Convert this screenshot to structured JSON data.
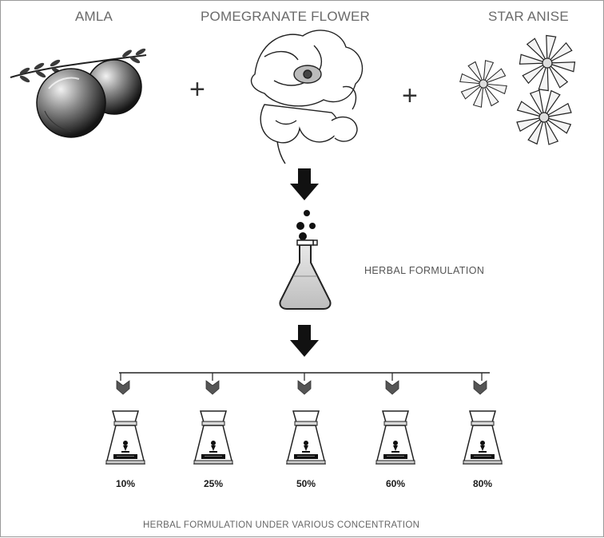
{
  "ingredients": [
    {
      "label": "AMLA",
      "icon": "amla-fruit-icon"
    },
    {
      "label": "POMEGRANATE FLOWER",
      "icon": "pomegranate-flower-icon"
    },
    {
      "label": "STAR ANISE",
      "icon": "star-anise-icon"
    }
  ],
  "plus_sign": "+",
  "process_label": "HERBAL FORMULATION",
  "concentrations": [
    "10%",
    "25%",
    "50%",
    "60%",
    "80%"
  ],
  "caption": "HERBAL FORMULATION UNDER VARIOUS CONCENTRATION",
  "colors": {
    "ink": "#1a1a1a",
    "label": "#6a6a6a",
    "arrow": "#111111",
    "chevron": "#555555"
  }
}
